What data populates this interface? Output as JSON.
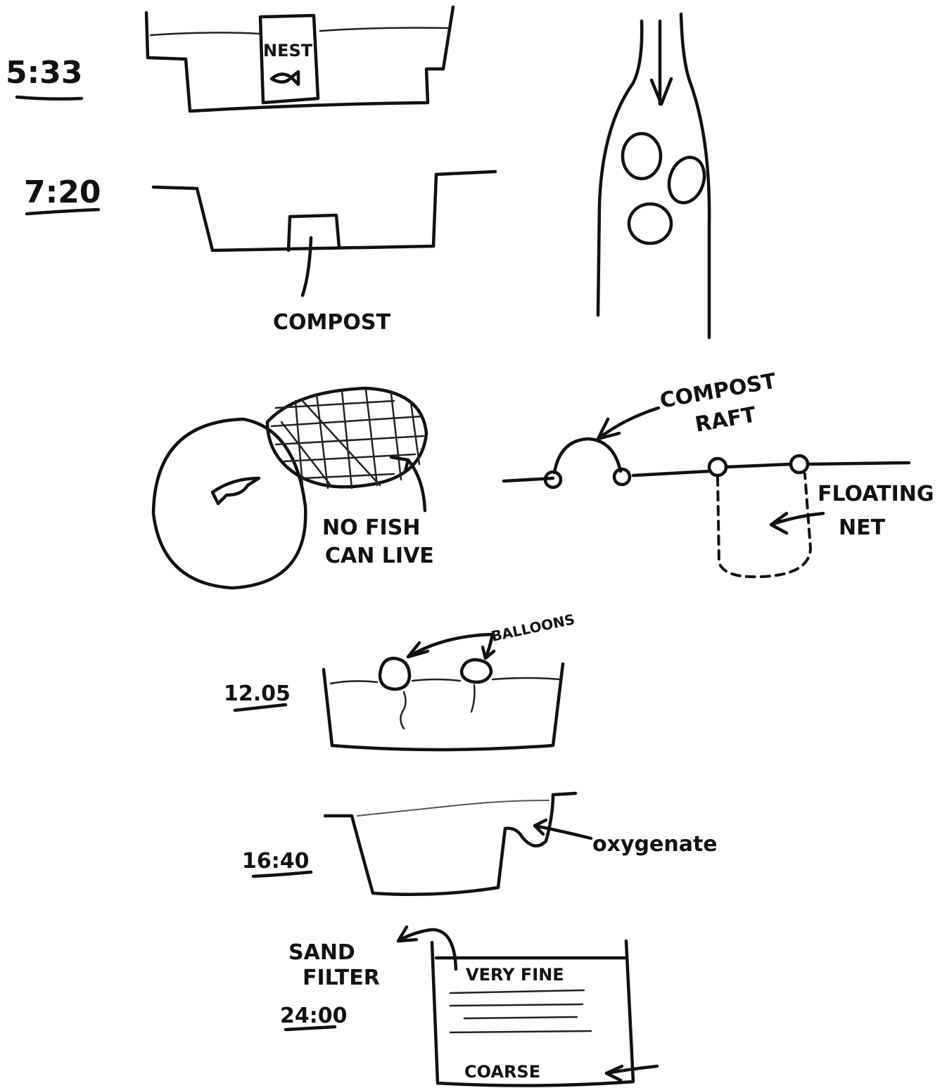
{
  "timestamps": {
    "t1": "5:33",
    "t2": "7:20",
    "t3": "12.05",
    "t4": "16:40",
    "t5": "24:00"
  },
  "labels": {
    "nest": "NEST",
    "compost": "COMPOST",
    "compost_raft_line1": "COMPOST",
    "compost_raft_line2": "RAFT",
    "floating_net_line1": "FLOATING",
    "floating_net_line2": "NET",
    "no_fish_line1": "NO FISH",
    "no_fish_line2": "CAN LIVE",
    "balloons": "BALLOONS",
    "oxygenate": "oxygenate",
    "sand_filter_line1": "SAND",
    "sand_filter_line2": "FILTER",
    "very_fine": "VERY FINE",
    "coarse": "COARSE"
  },
  "colors": {
    "ink": "#111111",
    "paper": "#ffffff"
  }
}
